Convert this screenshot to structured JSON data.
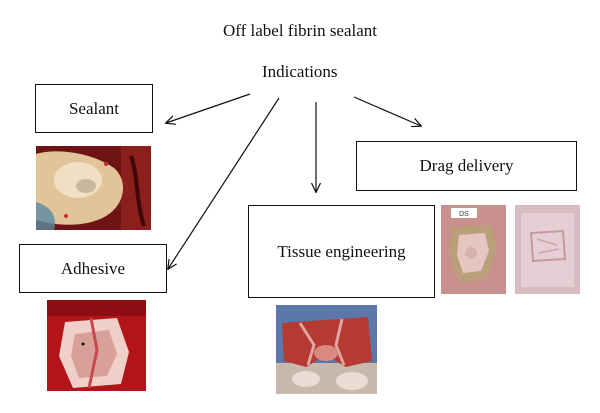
{
  "diagram": {
    "title": "Off label fibrin sealant",
    "subtitle": "Indications",
    "nodes": {
      "sealant": "Sealant",
      "drug_delivery": "Drag delivery",
      "tissue_engineering": "Tissue engineering",
      "adhesive": "Adhesive"
    },
    "edges": [
      {
        "from": "Indications",
        "to": "Sealant"
      },
      {
        "from": "Indications",
        "to": "Adhesive"
      },
      {
        "from": "Indications",
        "to": "Tissue engineering"
      },
      {
        "from": "Indications",
        "to": "Drag delivery"
      }
    ],
    "photo_label": "DS"
  }
}
